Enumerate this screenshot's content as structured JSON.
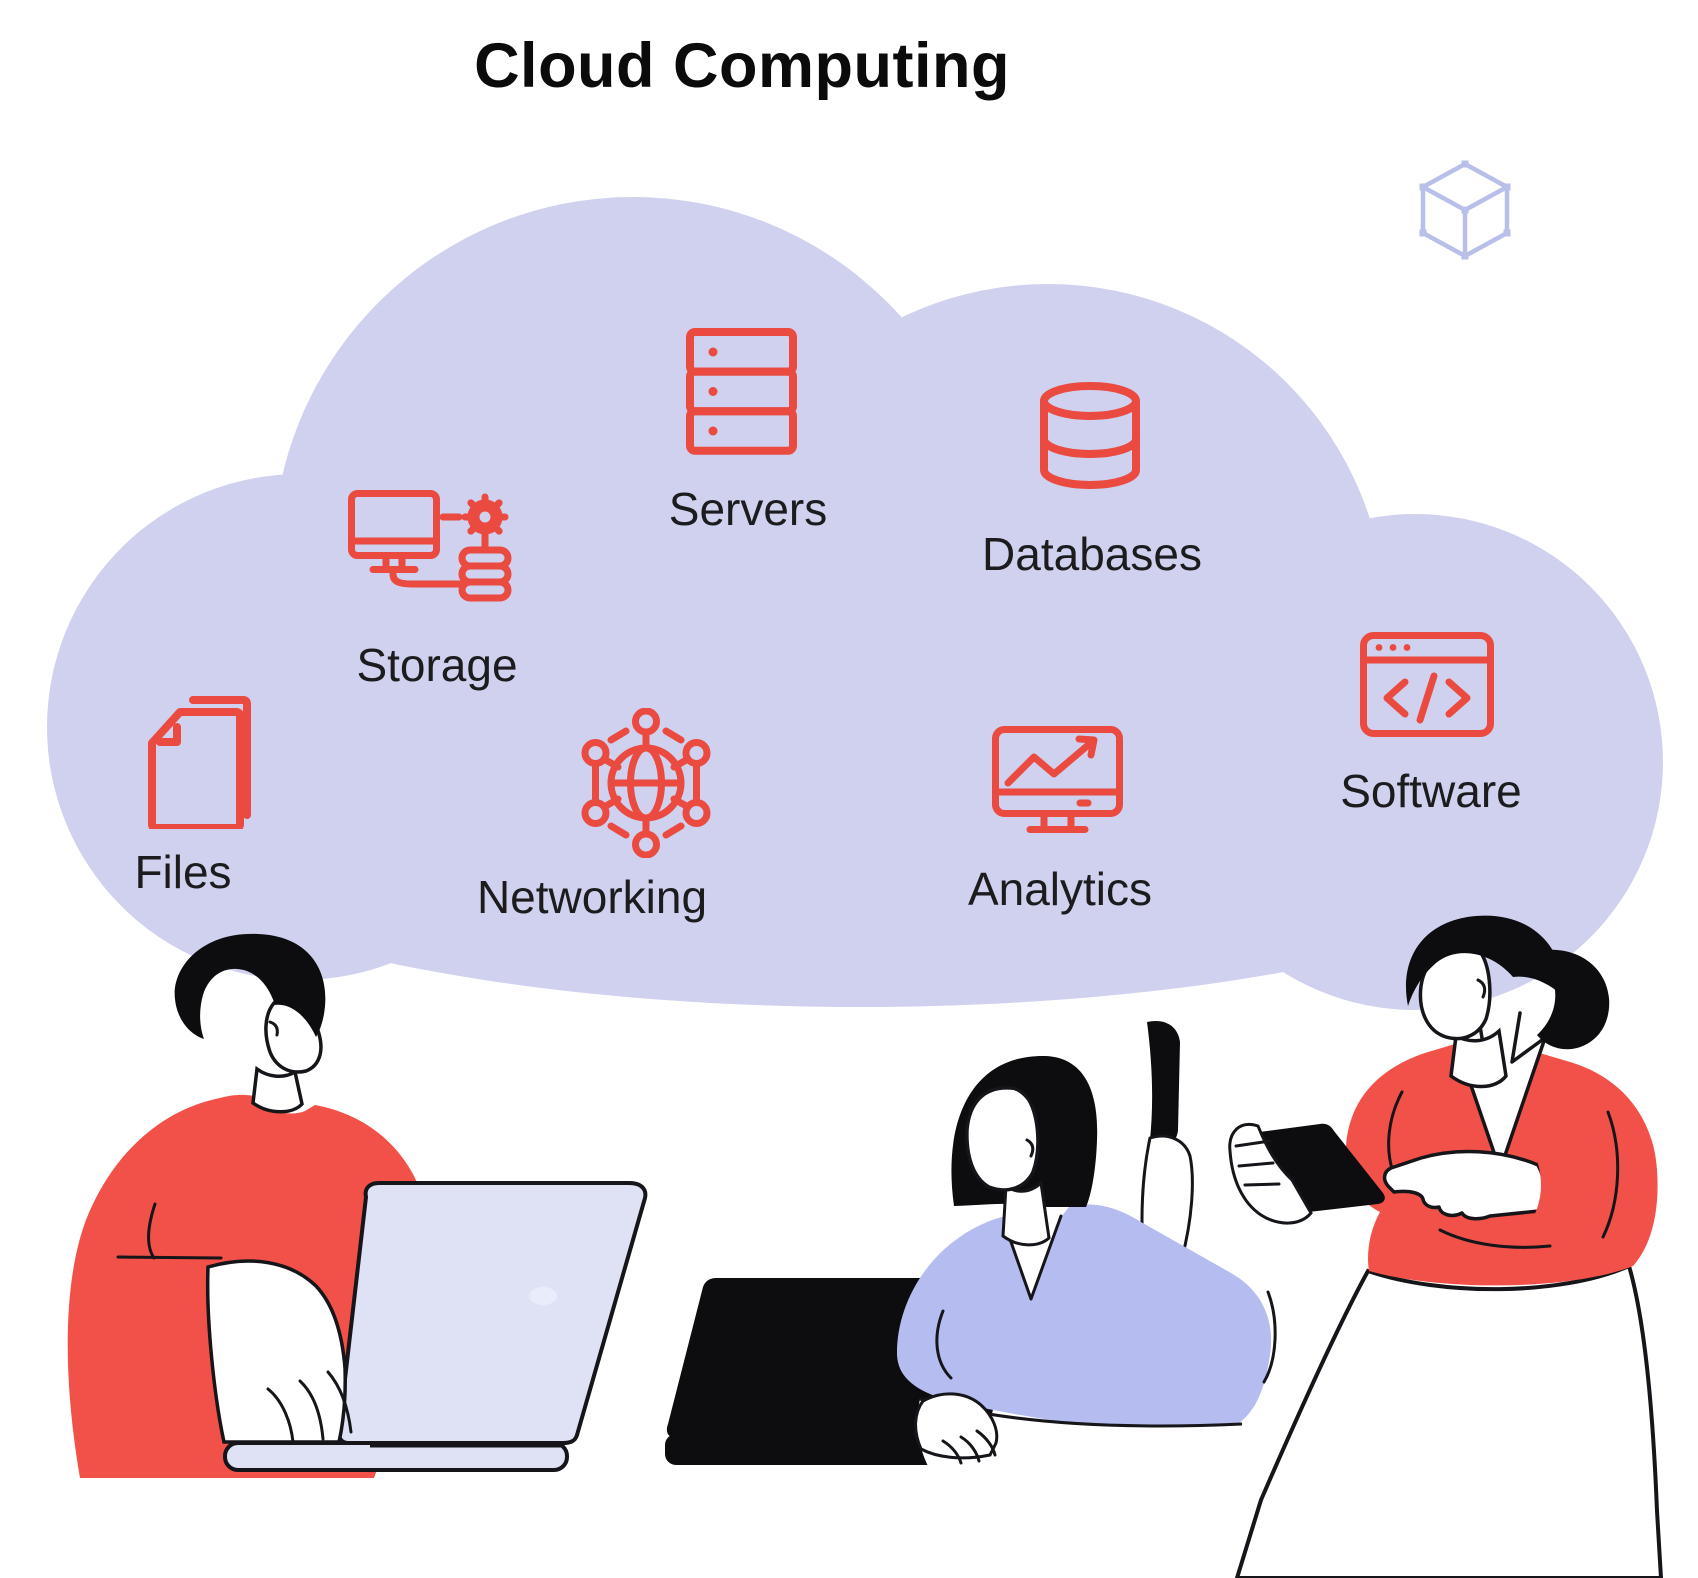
{
  "title": "Cloud Computing",
  "cloud_items": [
    {
      "id": "servers",
      "label": "Servers",
      "icon": "server-rack-icon"
    },
    {
      "id": "databases",
      "label": "Databases",
      "icon": "database-cylinder-icon"
    },
    {
      "id": "storage",
      "label": "Storage",
      "icon": "monitor-gear-stack-icon"
    },
    {
      "id": "files",
      "label": "Files",
      "icon": "documents-icon"
    },
    {
      "id": "networking",
      "label": "Networking",
      "icon": "globe-network-icon"
    },
    {
      "id": "analytics",
      "label": "Analytics",
      "icon": "monitor-chart-icon"
    },
    {
      "id": "software",
      "label": "Software",
      "icon": "browser-code-icon"
    }
  ],
  "decoration": {
    "cube": "wireframe-cube-icon"
  },
  "figures": [
    {
      "id": "person-left",
      "pose": "seated, red sweater, hand on lavender laptop"
    },
    {
      "id": "person-center",
      "pose": "seated, periwinkle top, typing on black laptop"
    },
    {
      "id": "person-right",
      "pose": "standing, red blazer, holding tablet and pointing"
    }
  ],
  "colors": {
    "background": "#ffffff",
    "cloud": "#cfd1ee",
    "icon_red": "#ea4a3f",
    "clothing_red": "#f25149",
    "shirt_periwinkle": "#b4bcf0",
    "laptop_lavender": "#dfe1f5",
    "cube_lilac": "#b8bfe9",
    "ink": "#15151a",
    "label_text": "#1c1c1e"
  }
}
